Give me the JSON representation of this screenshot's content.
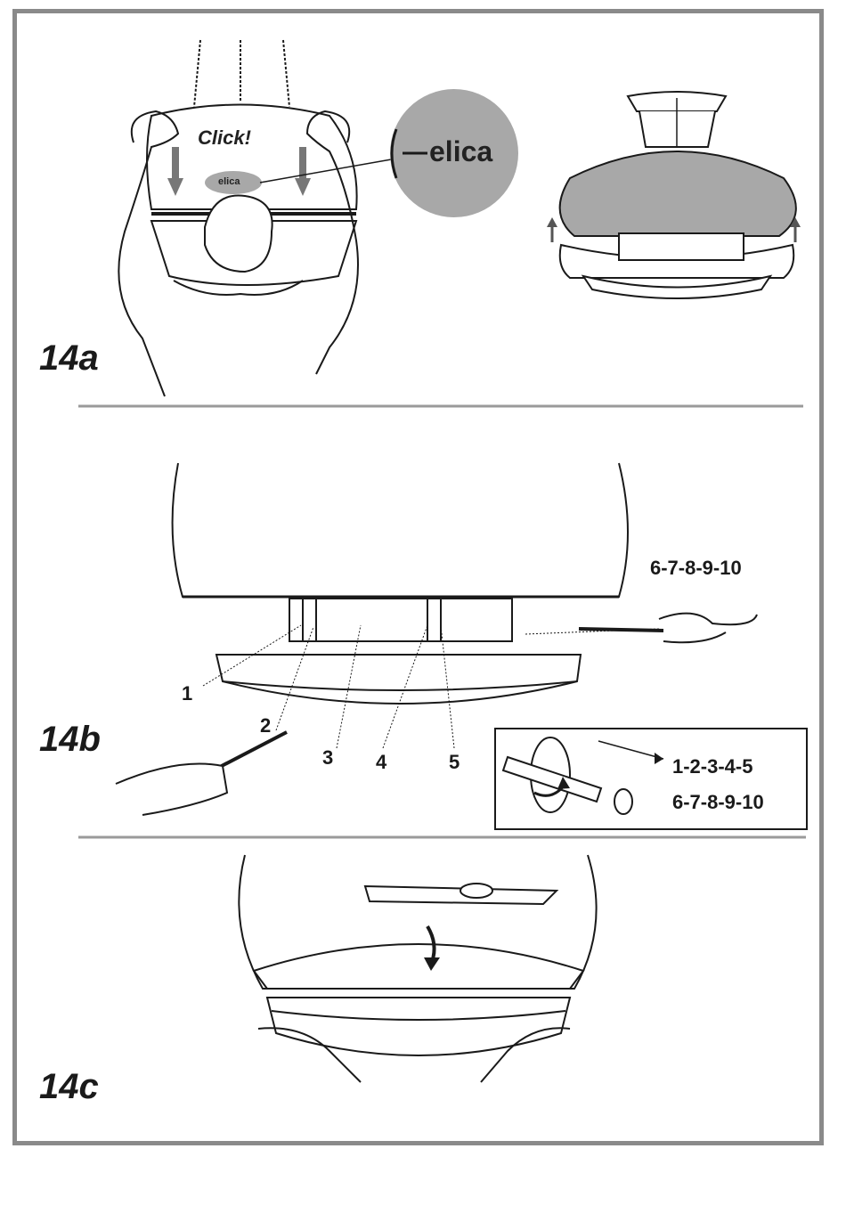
{
  "figures": {
    "a": {
      "label": "14a",
      "click_text": "Click!",
      "logo_text": "elica"
    },
    "b": {
      "label": "14b",
      "callouts": [
        "1",
        "2",
        "3",
        "4",
        "5"
      ],
      "callout_right": "6-7-8-9-10",
      "inset_line1": "1-2-3-4-5",
      "inset_line2": "6-7-8-9-10"
    },
    "c": {
      "label": "14c"
    }
  },
  "colors": {
    "frame": "#8a8a8a",
    "line": "#1a1a1a",
    "grey_fill": "#a8a8a8",
    "separator": "#9a9a9a"
  }
}
